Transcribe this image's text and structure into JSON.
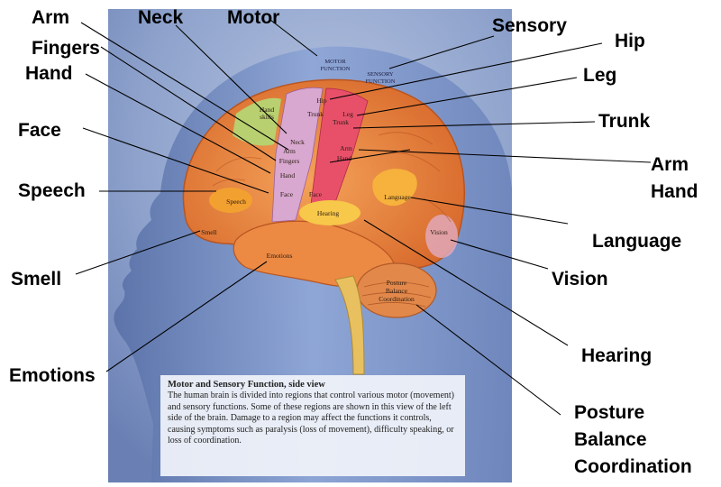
{
  "external_labels": {
    "arm_top": "Arm",
    "neck": "Neck",
    "motor": "Motor",
    "sensory": "Sensory",
    "hip": "Hip",
    "fingers": "Fingers",
    "hand_top": "Hand",
    "leg": "Leg",
    "face": "Face",
    "trunk": "Trunk",
    "arm_right": "Arm",
    "speech": "Speech",
    "hand_right": "Hand",
    "language": "Language",
    "smell": "Smell",
    "vision": "Vision",
    "emotions": "Emotions",
    "hearing": "Hearing",
    "posture": "Posture",
    "balance": "Balance",
    "coordination": "Coordination"
  },
  "image_labels": {
    "motor_function_1": "MOTOR",
    "motor_function_2": "FUNCTION",
    "sensory_function_1": "SENSORY",
    "sensory_function_2": "FUNCTION",
    "hip": "Hip",
    "hand_skills_1": "Hand",
    "hand_skills_2": "skills",
    "trunk_motor": "Trunk",
    "leg": "Leg",
    "trunk_sensory": "Trunk",
    "neck": "Neck",
    "arm_motor": "Arm",
    "fingers": "Fingers",
    "arm_sensory": "Arm",
    "hand_sensory": "Hand",
    "hand_motor": "Hand",
    "face_motor": "Face",
    "face_sensory": "Face",
    "speech": "Speech",
    "language": "Language",
    "hearing": "Hearing",
    "vision": "Vision",
    "smell": "Smell",
    "emotions": "Emotions",
    "posture": "Posture",
    "balance": "Balance",
    "coordination": "Coordination"
  },
  "caption": {
    "title": "Motor and Sensory Function, side view",
    "body": "The human brain is divided into regions that control various motor (movement) and sensory functions. Some of these regions are shown in this view of the left side of the brain. Damage to a region may affect the functions it controls, causing symptoms such as paralysis (loss of movement), difficulty speaking, or loss of coordination."
  },
  "colors": {
    "background_panel": "#8a9ec8",
    "head": "#7e96c8",
    "brain": "#e8843c",
    "motor_strip": "#d8a8d0",
    "sensory_strip": "#e8506a",
    "language": "#f6b23c",
    "hearing": "#f7c84a",
    "speech": "#f2a030",
    "hand_skills": "#b8d070"
  }
}
